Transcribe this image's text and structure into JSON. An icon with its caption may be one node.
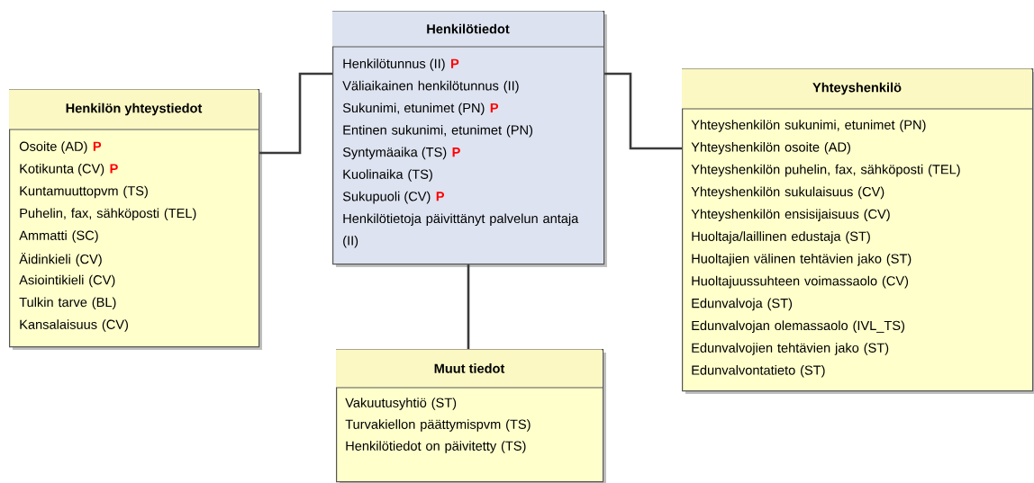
{
  "diagram": {
    "nodes": [
      {
        "text": [
          "Henkilötiedot"
        ]
      },
      {
        "text": [
          "Henkilötunnus (II)"
        ],
        "in": 0,
        "beside": [
          "P"
        ]
      },
      {
        "text": [
          "Väliaikainen henkilötunnus (II)"
        ],
        "in": 0
      },
      {
        "text": [
          "Sukunimi, etunimet (PN)"
        ],
        "in": 0,
        "beside": [
          "P"
        ]
      },
      {
        "text": [
          "Entinen sukunimi, etunimet (PN)"
        ],
        "in": 0
      },
      {
        "text": [
          "Syntymäaika (TS)"
        ],
        "in": 0,
        "beside": [
          "P"
        ]
      },
      {
        "text": [
          "Kuolinaika (TS)"
        ],
        "in": 0
      },
      {
        "text": [
          "Sukupuoli (CV)"
        ],
        "in": 0,
        "beside": [
          "P"
        ]
      },
      {
        "text": [
          "Henkilötietoja päivittänyt palvelun antaja (II)"
        ],
        "in": 0
      },
      {
        "text": [
          "Henkilön yhteystiedot"
        ]
      },
      {
        "text": [
          "Osoite (AD)"
        ],
        "in": 9,
        "beside": [
          "P"
        ]
      },
      {
        "text": [
          "Kotikunta (CV)"
        ],
        "in": 9,
        "beside": [
          "P"
        ]
      },
      {
        "text": [
          "Kuntamuuttopvm (TS)"
        ],
        "in": 9
      },
      {
        "text": [
          "Puhelin, fax, sähköposti (TEL)"
        ],
        "in": 9
      },
      {
        "text": [
          "Ammatti (SC)"
        ],
        "in": 9
      },
      {
        "text": [
          "Äidinkieli (CV)"
        ],
        "in": 9
      },
      {
        "text": [
          "Asiointikieli (CV)"
        ],
        "in": 9
      },
      {
        "text": [
          "Tulkin tarve (BL)"
        ],
        "in": 9
      },
      {
        "text": [
          "Kansalaisuus (CV)"
        ],
        "in": 9
      },
      {
        "text": [
          "Yhteyshenkilö"
        ]
      },
      {
        "text": [
          "Yhteyshenkilön sukunimi, etunimet (PN)"
        ],
        "in": 19
      },
      {
        "text": [
          "Yhteyshenkilön osoite (AD)"
        ],
        "in": 19
      },
      {
        "text": [
          "Yhteyshenkilön puhelin, fax, sähköposti (TEL)"
        ],
        "in": 19
      },
      {
        "text": [
          "Yhteyshenkilön sukulaisuus (CV)"
        ],
        "in": 19
      },
      {
        "text": [
          "Yhteyshenkilön ensisijaisuus (CV)"
        ],
        "in": 19
      },
      {
        "text": [
          "Huoltaja/laillinen edustaja (ST)"
        ],
        "in": 19
      },
      {
        "text": [
          "Huoltajien välinen tehtävien jako (ST)"
        ],
        "in": 19
      },
      {
        "text": [
          "Huoltajuussuhteen voimassaolo (CV)"
        ],
        "in": 19
      },
      {
        "text": [
          "Edunvalvoja (ST)"
        ],
        "in": 19
      },
      {
        "text": [
          "Edunvalvojan olemassaolo (IVL_TS)"
        ],
        "in": 19
      },
      {
        "text": [
          "Edunvalvojien tehtävien jako (ST)"
        ],
        "in": 19
      },
      {
        "text": [
          "Edunvalvontatieto (ST)"
        ],
        "in": 19
      },
      {
        "text": [
          "Muut tiedot"
        ]
      },
      {
        "text": [
          "Vakuutusyhtiö (ST)"
        ],
        "in": 32
      },
      {
        "text": [
          "Turvakiellon päättymispvm (TS)"
        ],
        "in": 32
      },
      {
        "text": [
          "Henkilötiedot on päivitetty (TS)"
        ],
        "in": 32
      }
    ],
    "edges": [
      {
        "from": 0,
        "to": 9,
        "arrow": "none"
      },
      {
        "from": 0,
        "to": 19,
        "arrow": "none"
      },
      {
        "from": 0,
        "to": 32,
        "arrow": "none"
      }
    ]
  }
}
